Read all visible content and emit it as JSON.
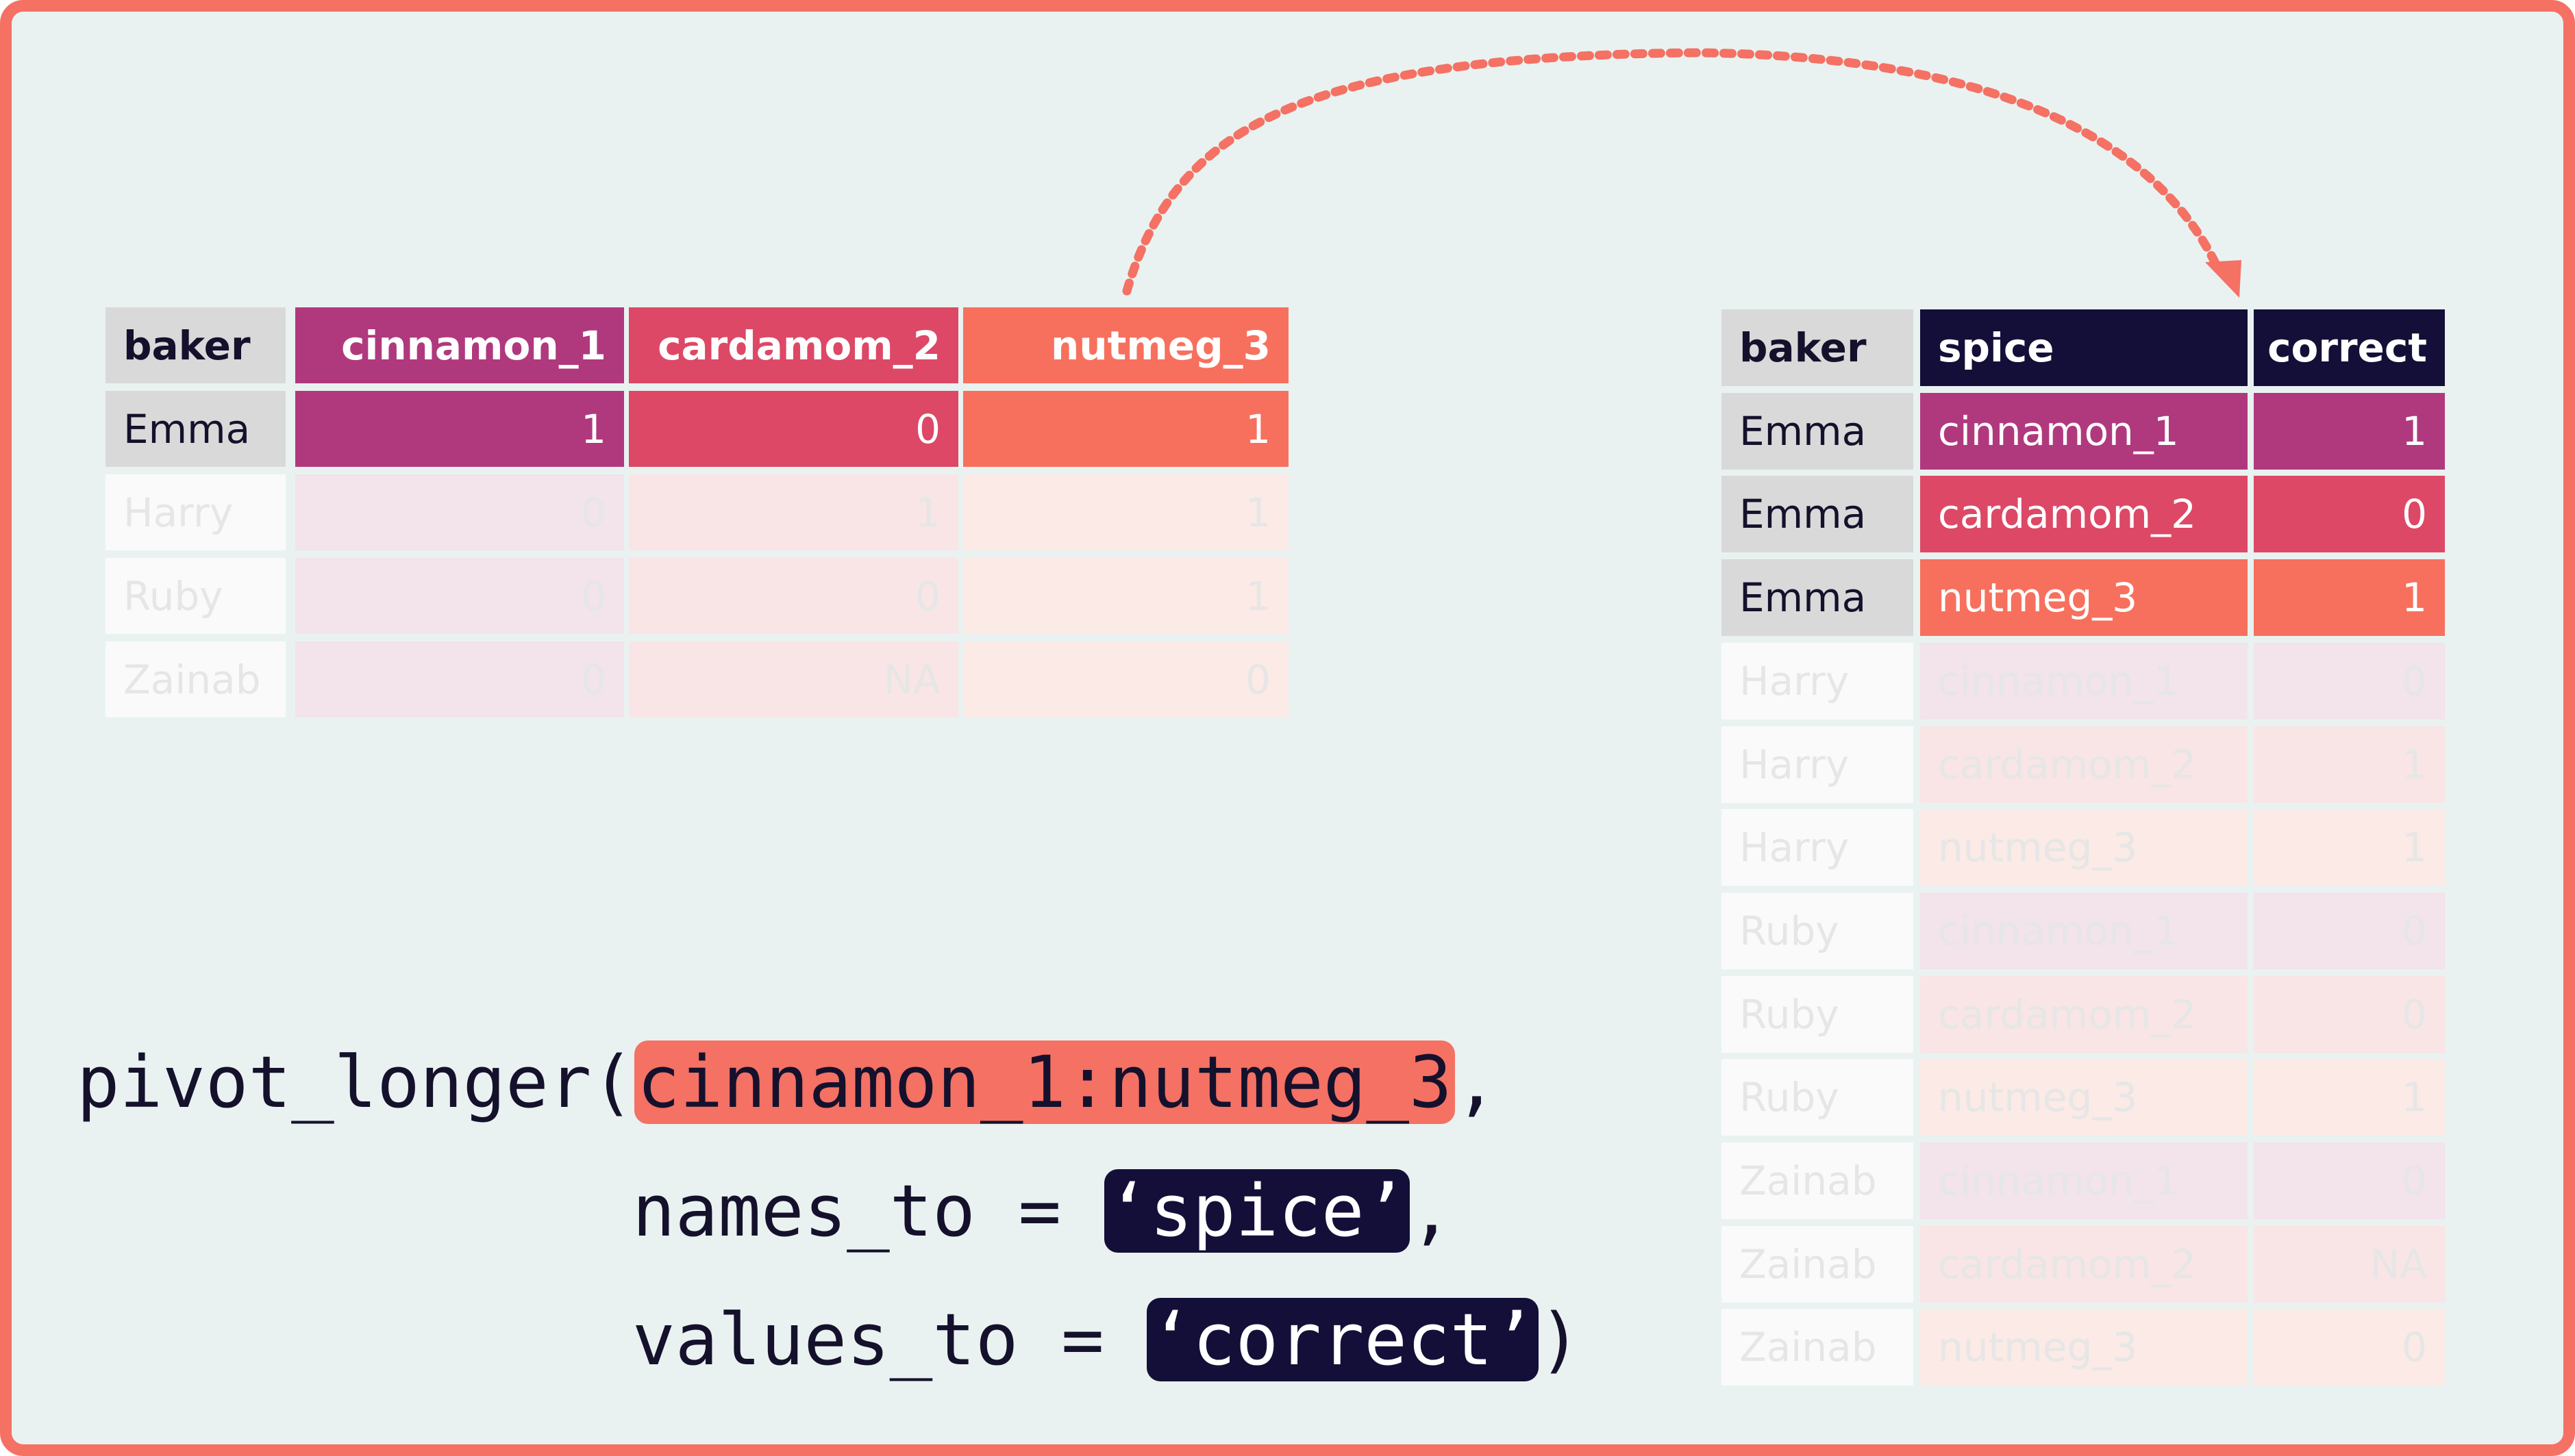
{
  "colors": {
    "background": "#e9f2f0",
    "border": "#f47164",
    "baker_bg": "#d9d9d9",
    "cinnamon": "#b0397e",
    "cardamom": "#dd4866",
    "nutmeg": "#f7705e",
    "navy": "#140f38",
    "faded_cells": [
      "#fafafa",
      "#f3e3ea",
      "#f9e5e5",
      "#fbeae6"
    ],
    "faded_text": "#e6e6e6"
  },
  "wide_table": {
    "headers": [
      "baker",
      "cinnamon_1",
      "cardamom_2",
      "nutmeg_3"
    ],
    "rows": [
      {
        "baker": "Emma",
        "values": [
          "1",
          "0",
          "1"
        ],
        "highlight": true
      },
      {
        "baker": "Harry",
        "values": [
          "0",
          "1",
          "1"
        ],
        "highlight": false
      },
      {
        "baker": "Ruby",
        "values": [
          "0",
          "0",
          "1"
        ],
        "highlight": false
      },
      {
        "baker": "Zainab",
        "values": [
          "0",
          "NA",
          "0"
        ],
        "highlight": false
      }
    ]
  },
  "long_table": {
    "headers": [
      "baker",
      "spice",
      "correct"
    ],
    "rows": [
      {
        "baker": "Emma",
        "spice": "cinnamon_1",
        "correct": "1",
        "highlight": true
      },
      {
        "baker": "Emma",
        "spice": "cardamom_2",
        "correct": "0",
        "highlight": true
      },
      {
        "baker": "Emma",
        "spice": "nutmeg_3",
        "correct": "1",
        "highlight": true
      },
      {
        "baker": "Harry",
        "spice": "cinnamon_1",
        "correct": "0",
        "highlight": false
      },
      {
        "baker": "Harry",
        "spice": "cardamom_2",
        "correct": "1",
        "highlight": false
      },
      {
        "baker": "Harry",
        "spice": "nutmeg_3",
        "correct": "1",
        "highlight": false
      },
      {
        "baker": "Ruby",
        "spice": "cinnamon_1",
        "correct": "0",
        "highlight": false
      },
      {
        "baker": "Ruby",
        "spice": "cardamom_2",
        "correct": "0",
        "highlight": false
      },
      {
        "baker": "Ruby",
        "spice": "nutmeg_3",
        "correct": "1",
        "highlight": false
      },
      {
        "baker": "Zainab",
        "spice": "cinnamon_1",
        "correct": "0",
        "highlight": false
      },
      {
        "baker": "Zainab",
        "spice": "cardamom_2",
        "correct": "NA",
        "highlight": false
      },
      {
        "baker": "Zainab",
        "spice": "nutmeg_3",
        "correct": "0",
        "highlight": false
      }
    ]
  },
  "code": {
    "line1_prefix": "pivot_longer(",
    "line1_highlight": "cinnamon_1:nutmeg_3",
    "line1_suffix": ",",
    "line2_prefix": "names_to = ",
    "line2_highlight": "‘spice’",
    "line2_suffix": ",",
    "line3_prefix": "values_to = ",
    "line3_highlight": "‘correct’",
    "line3_suffix": ")"
  }
}
